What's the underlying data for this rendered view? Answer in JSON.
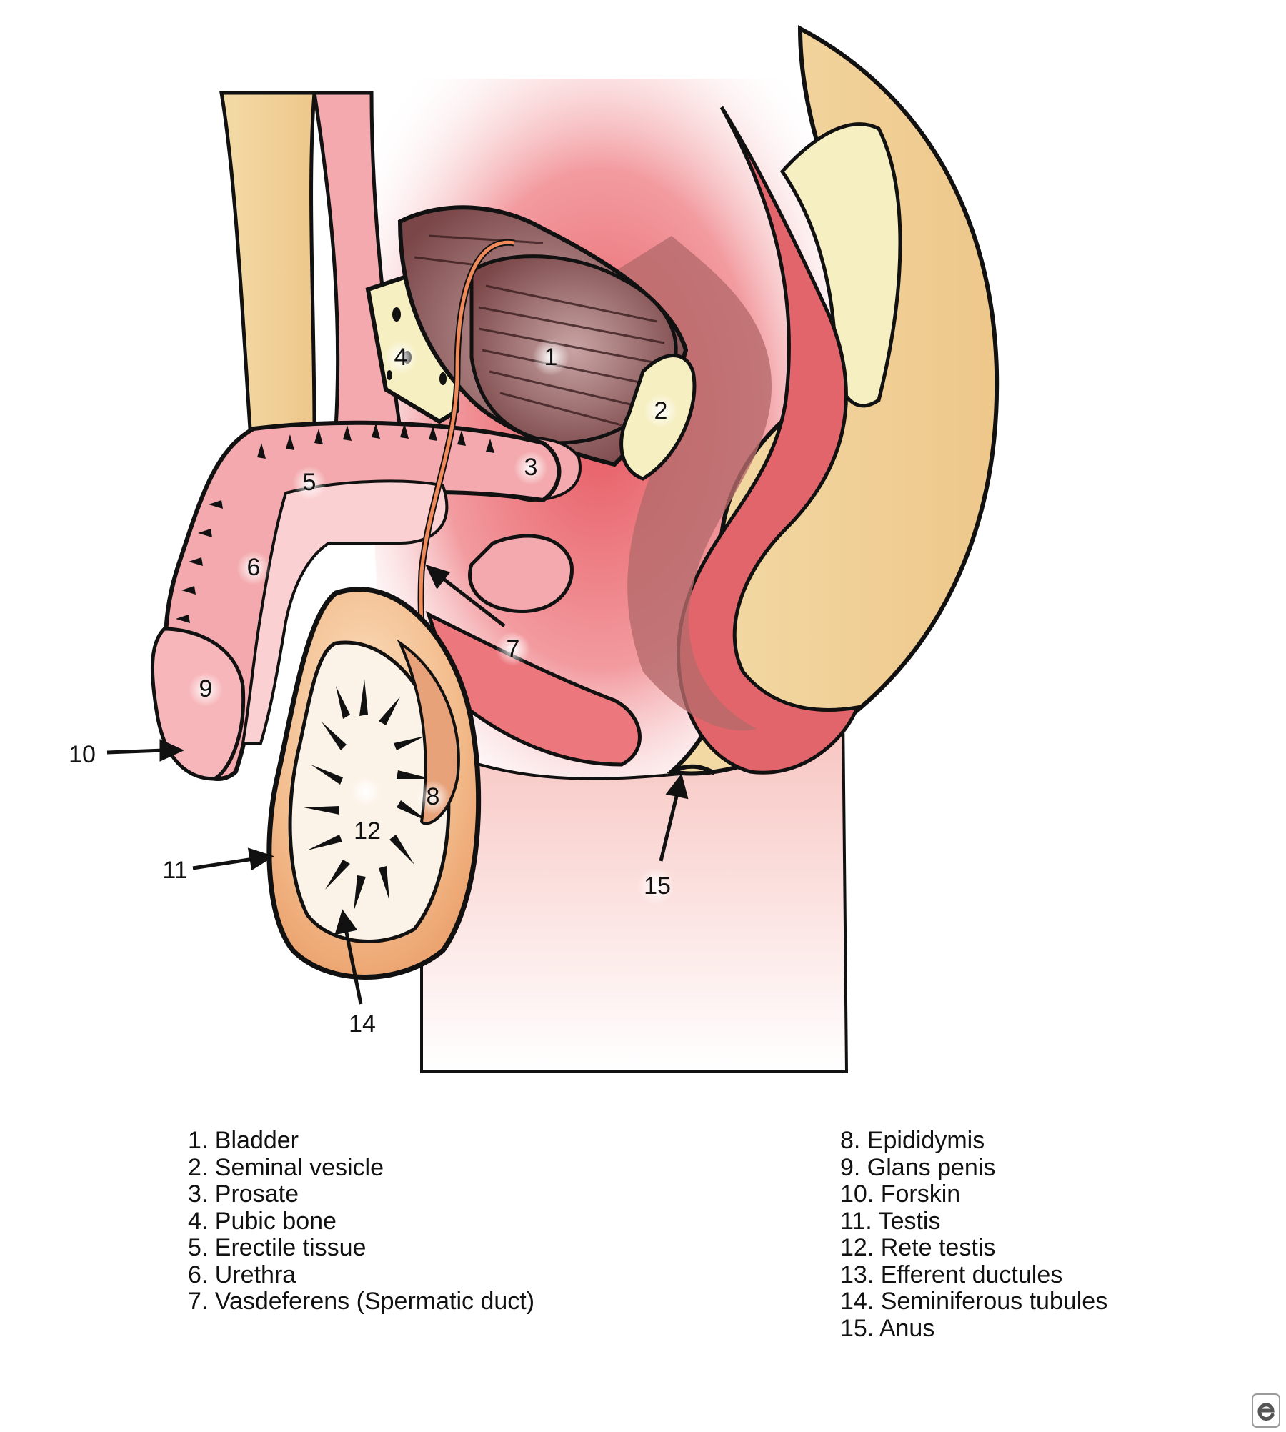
{
  "labels": {
    "n1": "1",
    "n2": "2",
    "n3": "3",
    "n4": "4",
    "n5": "5",
    "n6": "6",
    "n7": "7",
    "n8": "8",
    "n9": "9",
    "n10": "10",
    "n11": "11",
    "n12": "12",
    "n14": "14",
    "n15": "15"
  },
  "legend_left": [
    "1. Bladder",
    "2. Seminal vesicle",
    "3. Prosate",
    "4. Pubic bone",
    "5. Erectile tissue",
    "6. Urethra",
    "7. Vasdeferens (Spermatic duct)"
  ],
  "legend_right": [
    "8. Epididymis",
    "9. Glans penis",
    "10. Forskin",
    "11. Testis",
    "12. Rete testis",
    "13. Efferent ductules",
    "14. Seminiferous tubules",
    "15. Anus"
  ],
  "colors": {
    "skin": "#f0d49a",
    "pink": "#f3a9ad",
    "red_glow": "#e8555c",
    "muscle": "#8e5a5c",
    "bone": "#f6efc2",
    "scrotum": "#efa976",
    "outline": "#111111"
  }
}
